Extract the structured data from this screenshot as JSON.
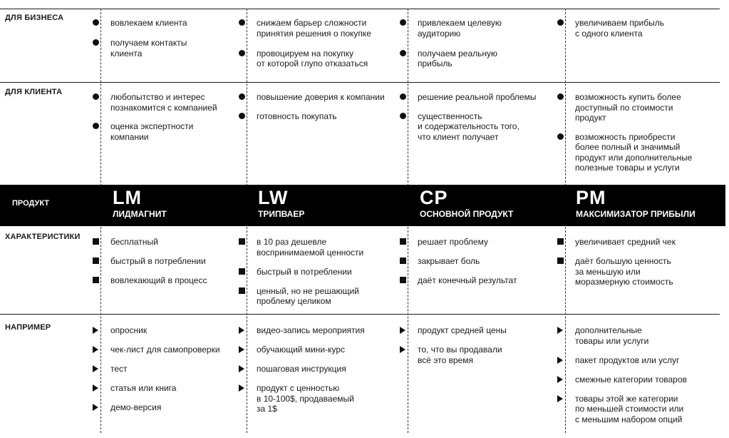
{
  "rows": {
    "business": "ДЛЯ БИЗНЕСА",
    "client": "ДЛЯ КЛИЕНТА",
    "product": "ПРОДУКТ",
    "features": "ХАРАКТЕРИСТИКИ",
    "examples": "НАПРИМЕР"
  },
  "products": [
    {
      "code": "LM",
      "name": "ЛИДМАГНИТ"
    },
    {
      "code": "LW",
      "name": "ТРИПВАЕР"
    },
    {
      "code": "CP",
      "name": "ОСНОВНОЙ ПРОДУКТ"
    },
    {
      "code": "PM",
      "name": "МАКСИМИЗАТОР ПРИБЫЛИ"
    }
  ],
  "business": [
    [
      "вовлекаем клиента",
      "получаем контакты\nклиента"
    ],
    [
      "снижаем барьер сложности\nпринятия решения о покупке",
      "провоцируем на покупку\nот которой глупо отказаться"
    ],
    [
      "привлекаем целевую\nаудиторию",
      "получаем реальную\nприбыль"
    ],
    [
      "увеличиваем прибыль\nс одного клиента"
    ]
  ],
  "client": [
    [
      "любопытство и интерес\nпознакомится с компанией",
      "оценка экспертности\nкомпании"
    ],
    [
      "повышение доверия к компании",
      "готовность покупать"
    ],
    [
      "решение реальной проблемы",
      "существенность\nи содержательность того,\nчто клиент получает"
    ],
    [
      "возможность купить более\nдоступный по стоимости\nпродукт",
      "возможность приобрести\nболее полный и значимый\nпродукт или дополнительные\nполезные товары и услуги"
    ]
  ],
  "features": [
    [
      "бесплатный",
      "быстрый в потреблении",
      "вовлекающий в процесс"
    ],
    [
      "в 10 раз дешевле\nвоспринимаемой ценности",
      "быстрый в потреблении",
      "ценный, но не решающий\nпроблему целиком"
    ],
    [
      "решает проблему",
      "закрывает боль",
      "даёт конечный результат"
    ],
    [
      "увеличивает средний чек",
      "даёт большую ценность\nза меньшую или\nморазмерную стоимость"
    ]
  ],
  "examples": [
    [
      "опросник",
      "чек-лист для самопроверки",
      "тест",
      "статья или книга",
      "демо-версия"
    ],
    [
      "видео-запись мероприятия",
      "обучающий мини-курс",
      "пошаговая инструкция",
      "продукт с ценностью\nв 10-100$, продаваемый\nза 1$"
    ],
    [
      "продукт средней цены",
      "то, что вы продавали\nвсё это время"
    ],
    [
      "дополнительные\nтовары или услуги",
      "пакет продуктов или услуг",
      "смежные категории товаров",
      "товары этой же категории\nпо меньшей стоимости или\nс меньшим набором опций"
    ]
  ]
}
